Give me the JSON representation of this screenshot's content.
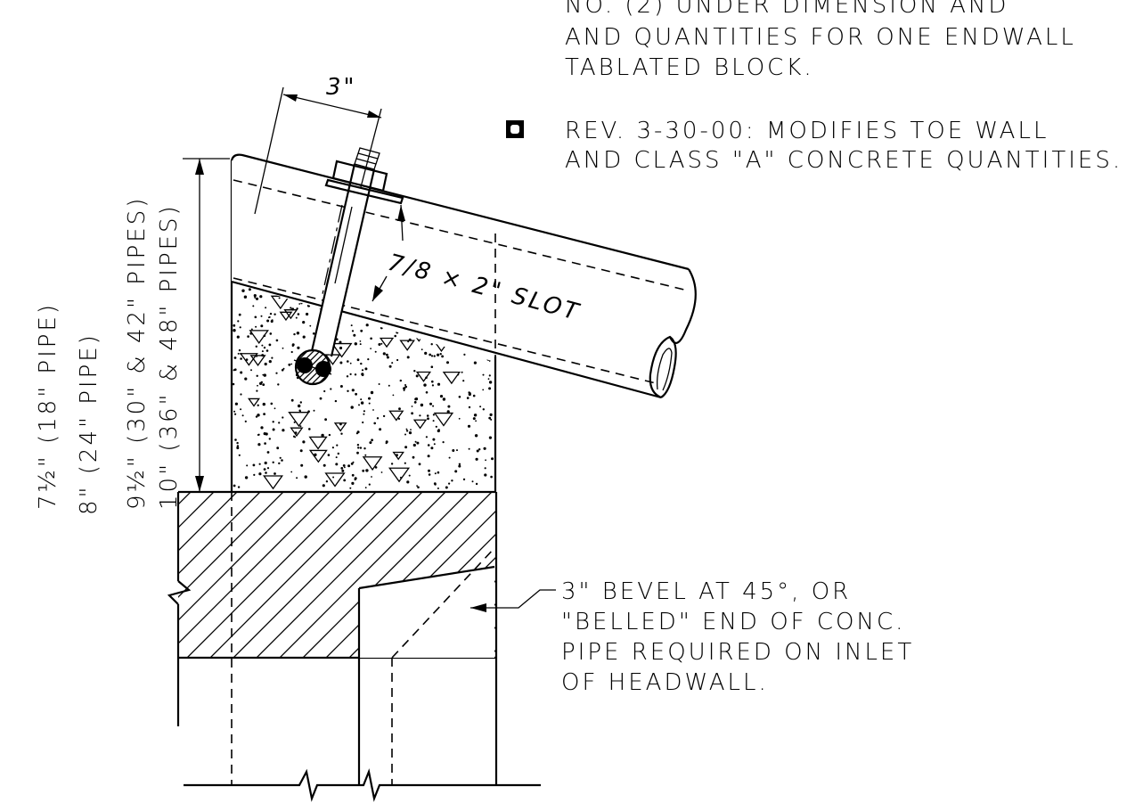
{
  "notes": {
    "note_lines": [
      "NO. (2) UNDER DIMENSION AND",
      "AND QUANTITIES FOR ONE ENDWALL",
      "TABLATED BLOCK."
    ],
    "revision_lines": [
      "REV. 3-30-00:  MODIFIES TOE WALL",
      "AND CLASS \"A\" CONCRETE QUANTITIES."
    ]
  },
  "dimensions": {
    "top_width": "3\"",
    "slot_size": "7/8 × 2\" SLOT",
    "height_labels": [
      "7½\" (18\" PIPE)",
      "8\" (24\" PIPE)",
      "9½\" (30\" & 42\" PIPES)",
      "10\" (36\" & 48\" PIPES)"
    ]
  },
  "callout": {
    "lines": [
      "3\" BEVEL AT 45°, OR",
      "\"BELLED\" END OF CONC.",
      "PIPE REQUIRED ON INLET",
      "OF HEADWALL."
    ]
  }
}
